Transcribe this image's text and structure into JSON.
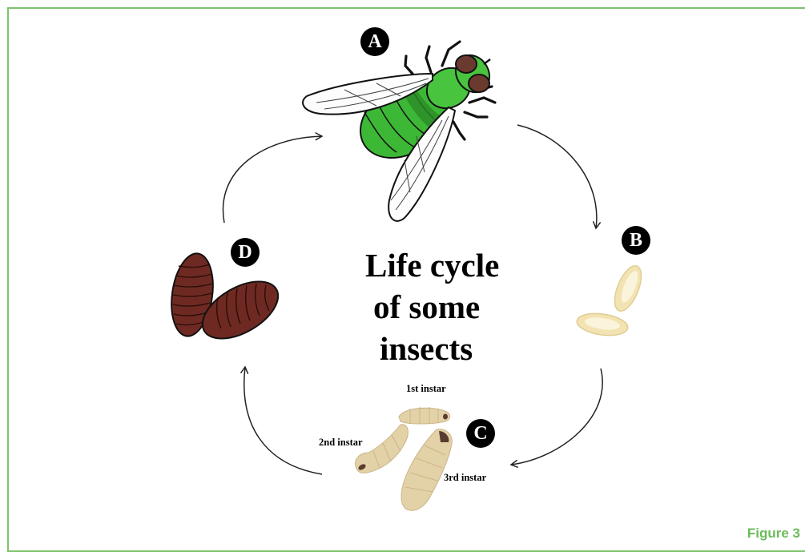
{
  "title": {
    "line1": "Life cycle",
    "line2": "of some",
    "line3": "insects"
  },
  "badges": {
    "a": "A",
    "b": "B",
    "c": "C",
    "d": "D"
  },
  "larva_labels": {
    "first": "1st instar",
    "second": "2nd instar",
    "third": "3rd instar"
  },
  "figure_label": "Figure 3",
  "colors": {
    "frame": "#7dc36b",
    "figure_label": "#6cbb5a",
    "adult_body": "#3fb83a",
    "egg": "#f3e3b3",
    "larva": "#e3d1a8",
    "pupa": "#6e2a22"
  }
}
